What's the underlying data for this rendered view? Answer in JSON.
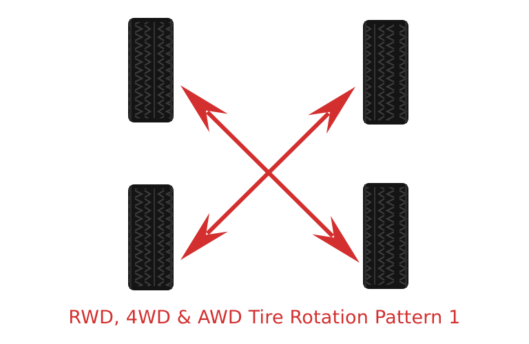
{
  "caption": "RWD, 4WD & AWD Tire Rotation Pattern 1",
  "colors": {
    "arrow": "#d32f2f",
    "tire": "#141414",
    "tread": "#3c3c3c",
    "caption": "#d32f2f"
  },
  "tires": [
    {
      "id": "front-left"
    },
    {
      "id": "front-right"
    },
    {
      "id": "rear-left"
    },
    {
      "id": "rear-right"
    }
  ],
  "arrows": [
    {
      "id": "front-left-to-rear-right",
      "double_headed": true
    },
    {
      "id": "front-right-to-rear-left",
      "double_headed": true
    }
  ]
}
